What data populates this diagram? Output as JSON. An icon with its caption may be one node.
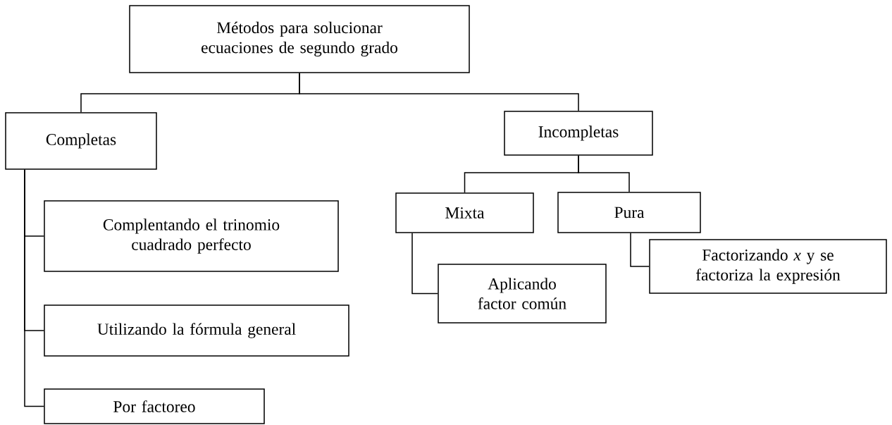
{
  "diagram": {
    "nodes": [
      {
        "text": [
          "Métodos para solucionar ecuaciones de segundo grado"
        ]
      },
      {
        "text": [
          "Completas"
        ]
      },
      {
        "text": [
          "Incompletas"
        ]
      },
      {
        "text": [
          "Complentando el trinomio cuadrado perfecto"
        ]
      },
      {
        "text": [
          "Utilizando la fórmula general"
        ]
      },
      {
        "text": [
          "Por factoreo"
        ]
      },
      {
        "text": [
          "Mixta"
        ]
      },
      {
        "text": [
          "Pura"
        ]
      },
      {
        "text": [
          "Aplicando factor común"
        ]
      },
      {
        "text": [
          "Factorizando *x* y se factoriza la expresión"
        ]
      }
    ],
    "edges": [
      {
        "from": 0,
        "to": 1,
        "arrow": "none"
      },
      {
        "from": 0,
        "to": 2,
        "arrow": "none"
      },
      {
        "from": 1,
        "to": 3,
        "arrow": "none"
      },
      {
        "from": 1,
        "to": 4,
        "arrow": "none"
      },
      {
        "from": 1,
        "to": 5,
        "arrow": "none"
      },
      {
        "from": 2,
        "to": 6,
        "arrow": "none"
      },
      {
        "from": 2,
        "to": 7,
        "arrow": "none"
      },
      {
        "from": 6,
        "to": 8,
        "arrow": "none"
      },
      {
        "from": 7,
        "to": 9,
        "arrow": "none"
      }
    ]
  }
}
